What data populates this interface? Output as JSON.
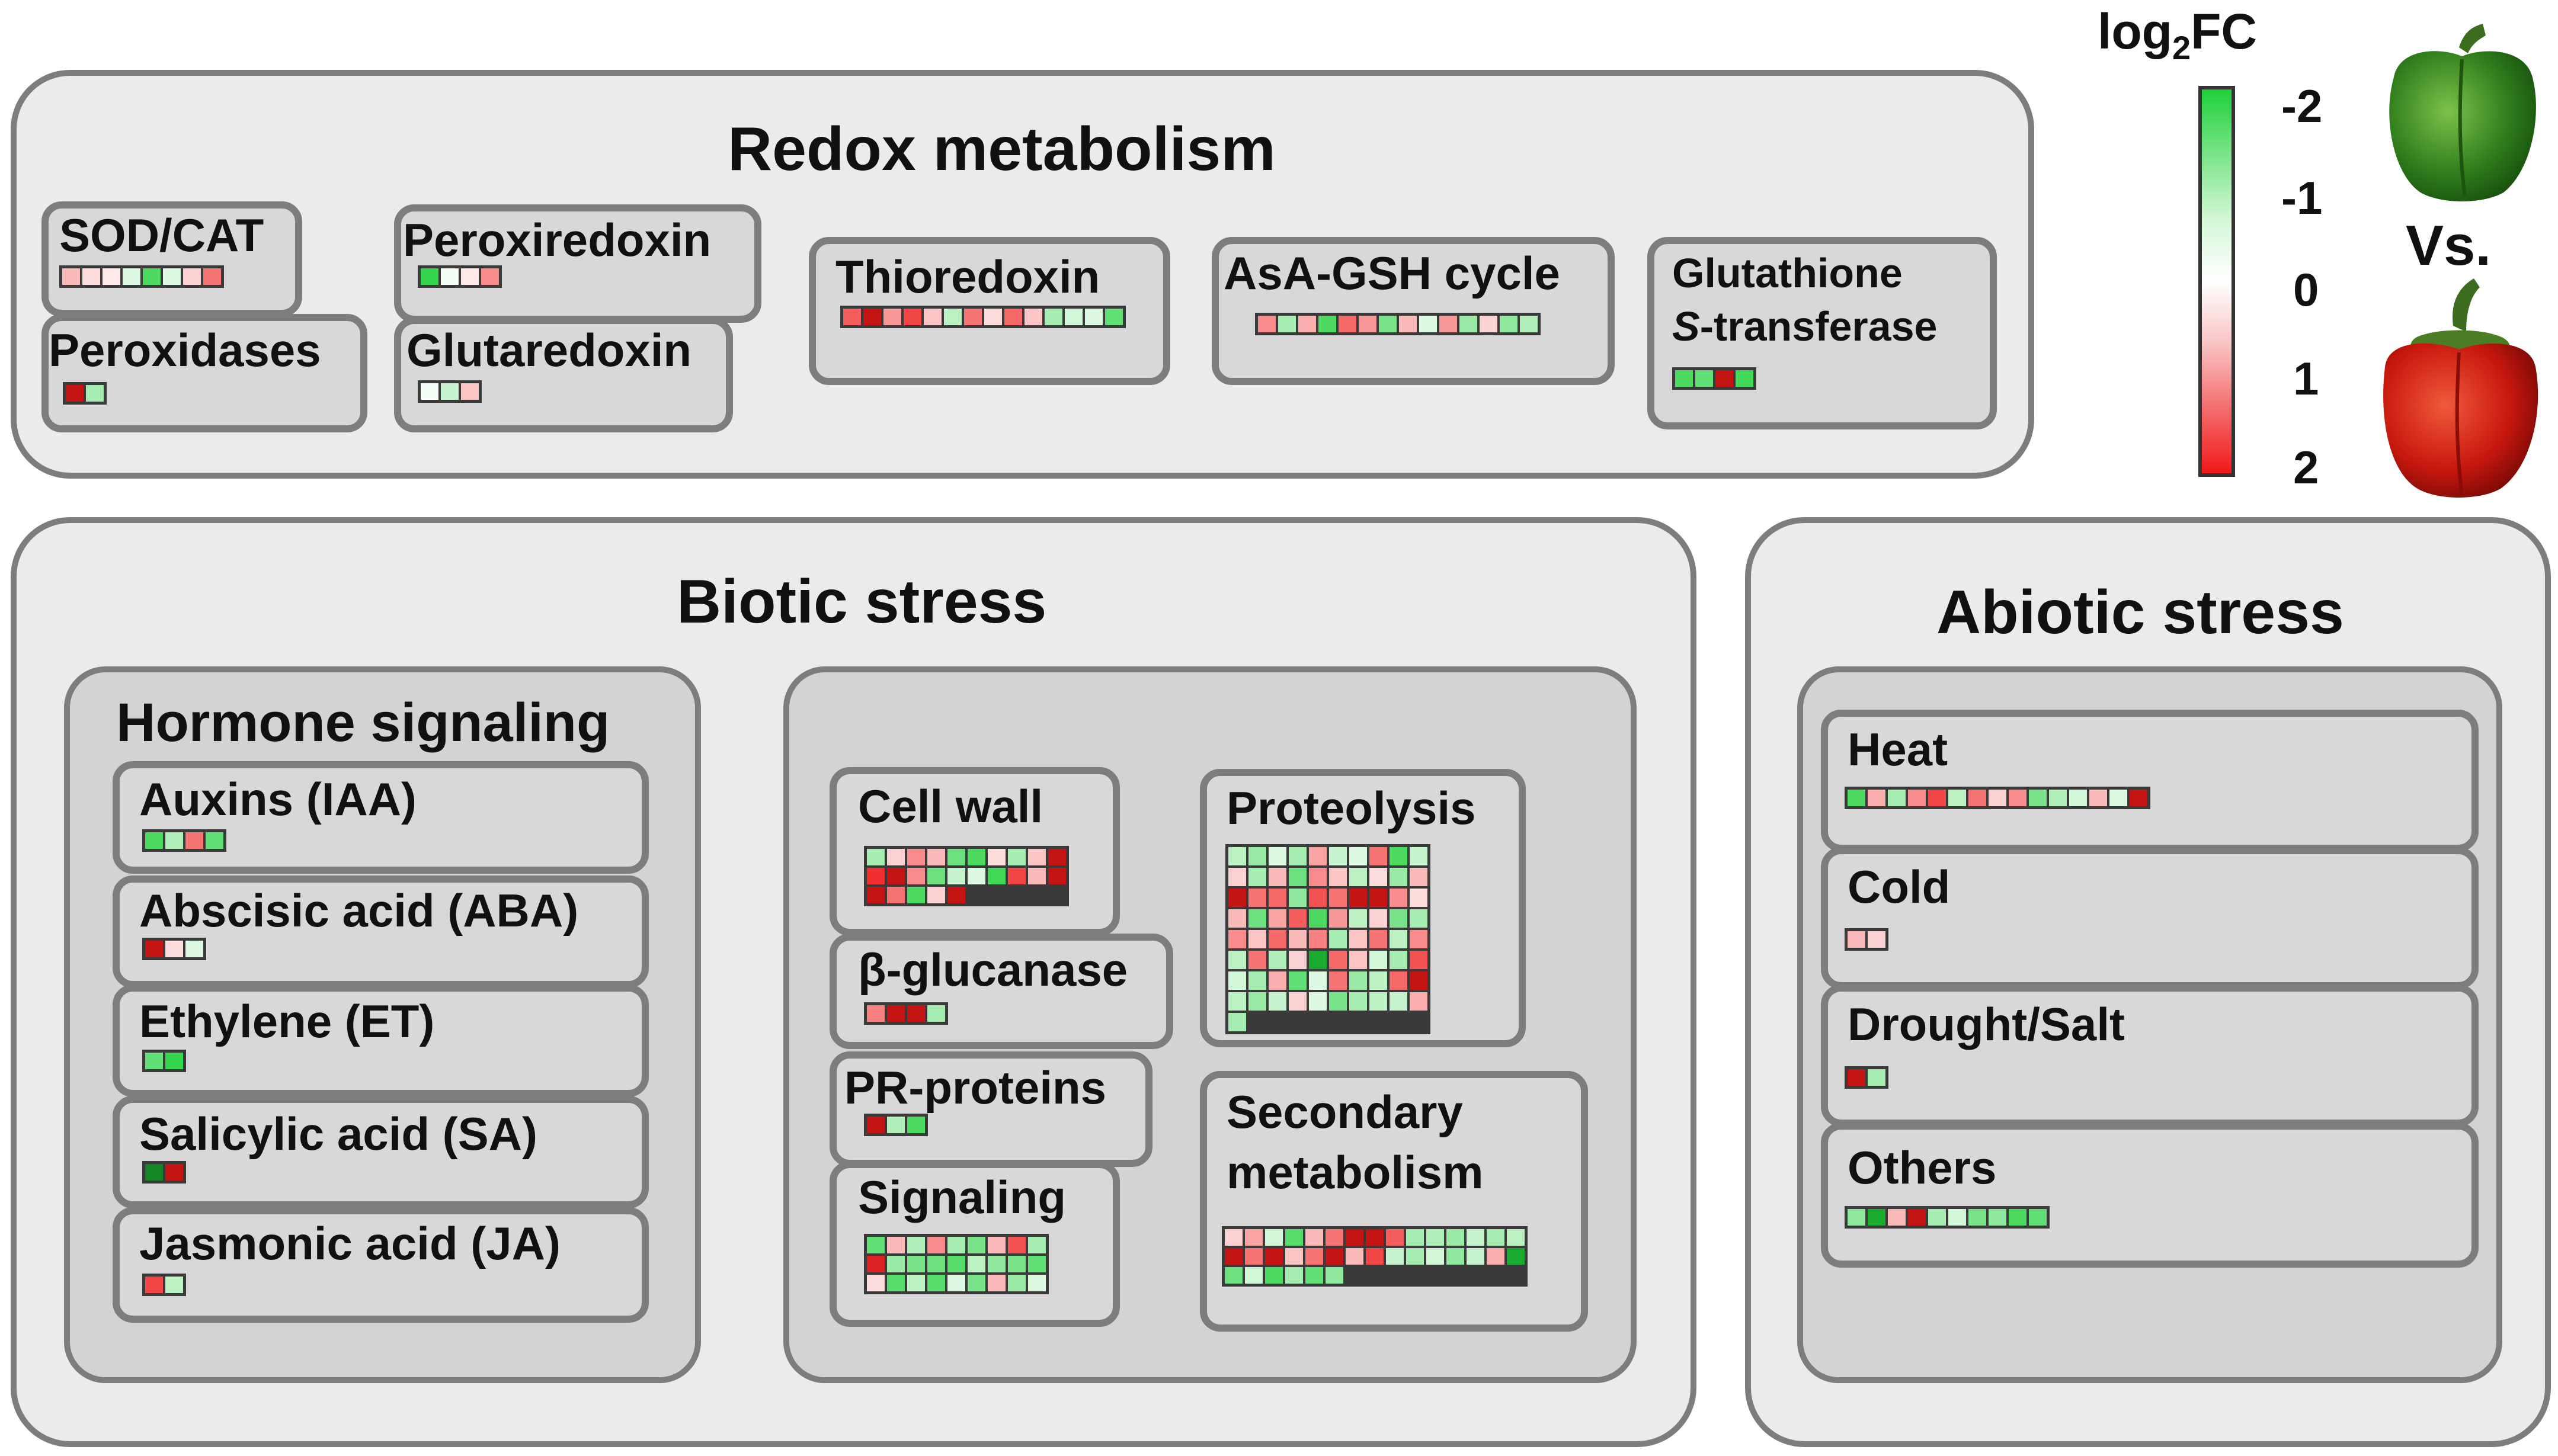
{
  "legend": {
    "title_main": "log",
    "title_sub": "2",
    "title_suffix": "FC",
    "ticks": [
      "-2",
      "-1",
      "0",
      "1",
      "2"
    ],
    "low_color": "#1fd13a",
    "mid_color": "#ffffff",
    "high_color": "#f01818",
    "vs_label": "Vs."
  },
  "redox": {
    "title": "Redox metabolism",
    "groups": {
      "sod_cat": {
        "label": "SOD/CAT",
        "values": [
          0.6,
          0.3,
          0.2,
          -0.3,
          -1.6,
          -0.3,
          0.4,
          1.2
        ],
        "cols": 8
      },
      "peroxidases": {
        "label": "Peroxidases",
        "values": [
          2.0,
          -0.8
        ],
        "cols": 2
      },
      "peroxiredoxin": {
        "label": "Peroxiredoxin",
        "values": [
          -1.8,
          -0.1,
          0.2,
          1.0
        ],
        "cols": 4
      },
      "glutaredoxin": {
        "label": "Glutaredoxin",
        "values": [
          -0.1,
          -0.5,
          0.5
        ],
        "cols": 3
      },
      "thioredoxin": {
        "label": "Thioredoxin",
        "values": [
          1.4,
          2.0,
          0.9,
          1.6,
          0.5,
          -0.6,
          1.2,
          0.3,
          1.3,
          0.5,
          -0.8,
          -0.4,
          -0.3,
          -1.4
        ],
        "cols": 14
      },
      "asa_gsh": {
        "label": "AsA-GSH cycle",
        "values": [
          1.0,
          -0.8,
          0.7,
          -1.6,
          1.3,
          0.9,
          -1.2,
          0.6,
          -0.3,
          0.9,
          -0.9,
          0.4,
          -1.0,
          -0.7
        ],
        "cols": 14
      },
      "gst": {
        "label_line1": "Glutathione",
        "label_italic": "S",
        "label_line2_rest": "-transferase",
        "values": [
          -1.6,
          -1.4,
          2.0,
          -1.7
        ],
        "cols": 4
      }
    }
  },
  "biotic": {
    "title": "Biotic stress",
    "hormone": {
      "title": "Hormone signaling",
      "groups": {
        "auxins": {
          "label": "Auxins (IAA)",
          "values": [
            -1.6,
            -0.7,
            1.2,
            -1.4
          ],
          "cols": 4
        },
        "aba": {
          "label": "Abscisic acid (ABA)",
          "values": [
            2.0,
            0.3,
            -0.3
          ],
          "cols": 3
        },
        "et": {
          "label": "Ethylene (ET)",
          "values": [
            -1.4,
            -1.8
          ],
          "cols": 2
        },
        "sa": {
          "label": "Salicylic acid (SA)",
          "values": [
            -2.2,
            2.0
          ],
          "cols": 2
        },
        "ja": {
          "label": "Jasmonic acid (JA)",
          "values": [
            1.6,
            -0.6
          ],
          "cols": 2
        }
      }
    },
    "other": {
      "cell_wall": {
        "label": "Cell wall",
        "cols": 10,
        "values": [
          -0.8,
          0.4,
          1.0,
          0.6,
          -1.3,
          -1.6,
          0.3,
          -0.8,
          0.5,
          2.0,
          1.8,
          2.0,
          1.0,
          -1.3,
          -0.5,
          -0.3,
          -1.7,
          1.6,
          0.6,
          2.0,
          2.0,
          1.2,
          -1.6,
          0.4,
          2.0
        ]
      },
      "glucanase": {
        "label": "β-glucanase",
        "values": [
          1.1,
          2.0,
          2.0,
          -0.8
        ],
        "cols": 4
      },
      "pr": {
        "label": "PR-proteins",
        "values": [
          2.0,
          -0.7,
          -1.6
        ],
        "cols": 3
      },
      "signaling": {
        "label": "Signaling",
        "cols": 9,
        "values": [
          -1.4,
          0.6,
          -0.7,
          1.0,
          -0.8,
          -1.2,
          0.6,
          1.5,
          -0.8,
          1.9,
          -0.9,
          -1.2,
          -1.3,
          -1.5,
          -0.6,
          -1.0,
          -1.2,
          -1.4,
          0.3,
          -1.5,
          -0.6,
          -1.5,
          -0.3,
          -1.2,
          0.6,
          -0.9,
          -0.3
        ]
      },
      "proteolysis": {
        "label": "Proteolysis",
        "cols": 10,
        "values": [
          -0.6,
          -0.9,
          -0.3,
          -0.8,
          0.8,
          -0.5,
          -0.3,
          1.2,
          -1.6,
          -0.5,
          0.4,
          -0.8,
          0.6,
          -1.3,
          1.0,
          0.5,
          -0.6,
          0.3,
          -0.9,
          0.6,
          2.0,
          1.2,
          1.3,
          -1.0,
          1.5,
          1.2,
          2.0,
          2.0,
          1.0,
          0.3,
          0.6,
          -1.3,
          0.8,
          1.4,
          -1.6,
          0.9,
          -0.6,
          0.4,
          -1.2,
          -0.8,
          1.0,
          0.5,
          1.3,
          0.6,
          1.1,
          -0.8,
          0.5,
          1.2,
          -0.6,
          1.0,
          -0.6,
          1.2,
          -0.7,
          0.4,
          -2.0,
          1.3,
          0.5,
          -0.4,
          -0.8,
          1.5,
          -0.4,
          -0.8,
          0.7,
          -1.4,
          -0.3,
          1.2,
          -0.9,
          -0.6,
          1.3,
          2.0,
          -0.6,
          -0.9,
          -0.5,
          0.4,
          -0.3,
          -1.2,
          -0.8,
          -0.6,
          -0.5,
          0.7,
          -0.8
        ]
      },
      "secondary": {
        "label_line1": "Secondary",
        "label_line2": "metabolism",
        "cols": 15,
        "values": [
          0.4,
          0.8,
          -0.4,
          -1.5,
          0.6,
          1.2,
          2.0,
          2.0,
          1.4,
          -0.8,
          -0.7,
          -0.9,
          -0.5,
          -0.8,
          -0.6,
          2.0,
          1.2,
          2.0,
          0.5,
          1.2,
          2.0,
          0.6,
          1.6,
          -0.5,
          -0.8,
          -0.4,
          -1.0,
          -0.5,
          0.7,
          -2.0,
          -1.3,
          -0.4,
          -1.6,
          -0.8,
          -1.4,
          -1.0
        ]
      }
    }
  },
  "abiotic": {
    "title": "Abiotic stress",
    "groups": {
      "heat": {
        "label": "Heat",
        "values": [
          -1.6,
          0.7,
          -0.8,
          1.0,
          1.6,
          -0.6,
          1.2,
          0.4,
          1.0,
          -1.2,
          -0.7,
          -0.4,
          0.6,
          -0.3,
          2.0
        ],
        "cols": 15
      },
      "cold": {
        "label": "Cold",
        "values": [
          0.6,
          0.4
        ],
        "cols": 2
      },
      "drought": {
        "label": "Drought/Salt",
        "values": [
          2.0,
          -0.8
        ],
        "cols": 2
      },
      "others": {
        "label": "Others",
        "values": [
          -1.0,
          -2.0,
          0.6,
          2.0,
          -0.8,
          -0.4,
          -1.2,
          -1.0,
          -1.6,
          -1.4
        ],
        "cols": 10
      }
    }
  }
}
